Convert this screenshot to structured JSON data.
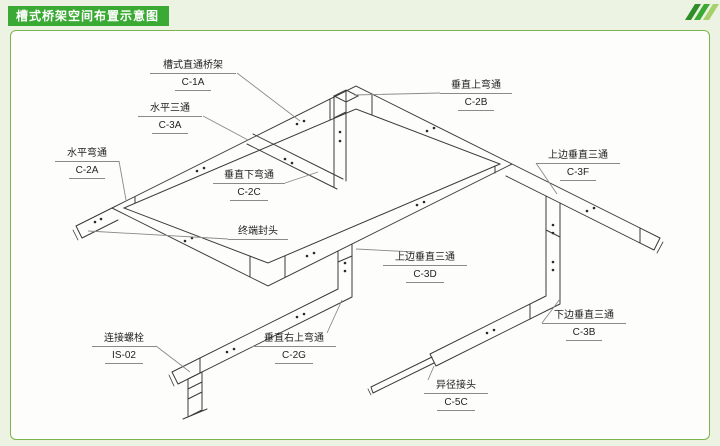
{
  "page": {
    "title": "槽式桥架空间布置示意图"
  },
  "colors": {
    "accent_green": "#3baa34",
    "panel_border_green": "#7cb34e",
    "line_gray": "#3a3a3a",
    "leader_gray": "#8a8a8a"
  },
  "labels": [
    {
      "name": "槽式直通桥架",
      "code": "C-1A"
    },
    {
      "name": "水平三通",
      "code": "C-3A"
    },
    {
      "name": "水平弯通",
      "code": "C-2A"
    },
    {
      "name": "垂直下弯通",
      "code": "C-2C"
    },
    {
      "name": "终端封头",
      "code": ""
    },
    {
      "name": "垂直上弯通",
      "code": "C-2B"
    },
    {
      "name": "上边垂直三通",
      "code": "C-3F"
    },
    {
      "name": "上边垂直三通",
      "code": "C-3D"
    },
    {
      "name": "下边垂直三通",
      "code": "C-3B"
    },
    {
      "name": "连接螺栓",
      "code": "IS-02"
    },
    {
      "name": "垂直右上弯通",
      "code": "C-2G"
    },
    {
      "name": "异径接头",
      "code": "C-5C"
    }
  ]
}
